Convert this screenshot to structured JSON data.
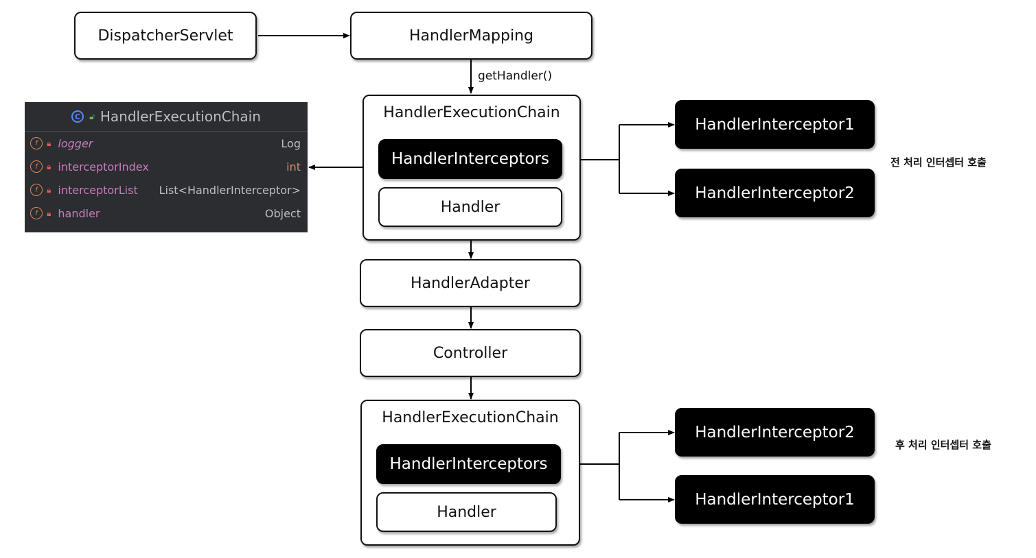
{
  "nodes": {
    "dispatcher_servlet": "DispatcherServlet",
    "handler_mapping": "HandlerMapping",
    "get_handler_label": "getHandler()",
    "chain_top": {
      "title": "HandlerExecutionChain",
      "interceptors": "HandlerInterceptors",
      "handler": "Handler"
    },
    "handler_adapter": "HandlerAdapter",
    "controller": "Controller",
    "chain_bottom": {
      "title": "HandlerExecutionChain",
      "interceptors": "HandlerInterceptors",
      "handler": "Handler"
    },
    "pre_interceptors": [
      "HandlerInterceptor1",
      "HandlerInterceptor2"
    ],
    "post_interceptors": [
      "HandlerInterceptor2",
      "HandlerInterceptor1"
    ],
    "pre_note": "전 처리 인터셉터 호출",
    "post_note": "후 처리 인터셉터 호출"
  },
  "class_panel": {
    "class_name": "HandlerExecutionChain",
    "fields": [
      {
        "name": "logger",
        "type": "Log"
      },
      {
        "name": "interceptorIndex",
        "type": "int"
      },
      {
        "name": "interceptorList",
        "type": "List<HandlerInterceptor>"
      },
      {
        "name": "handler",
        "type": "Object"
      }
    ]
  },
  "colors": {
    "dark_box": "#000000",
    "panel_bg": "#2b2d30",
    "field_name": "#c77dbb",
    "keyword": "#cf8e6d"
  }
}
